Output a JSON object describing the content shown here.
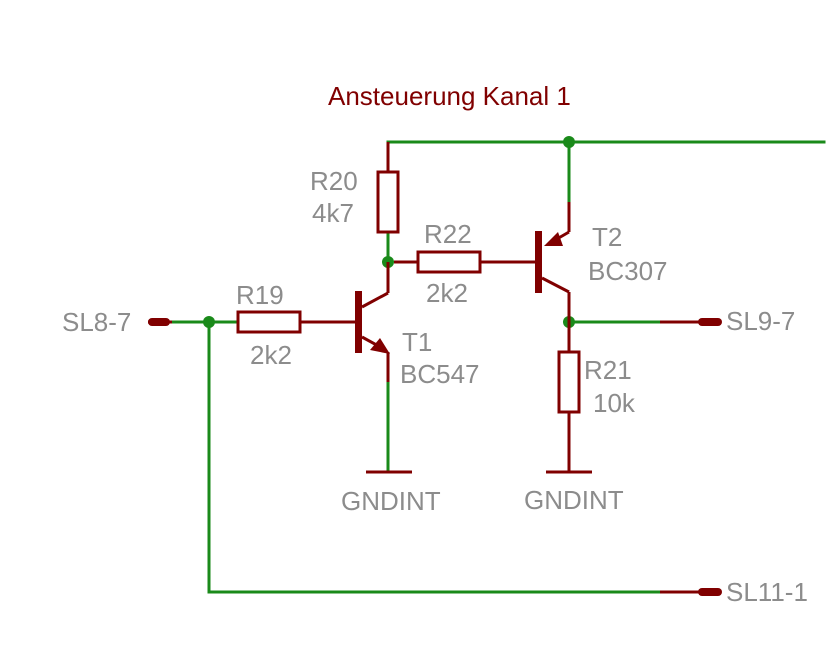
{
  "title": "Ansteuerung Kanal 1",
  "colors": {
    "wire": "#1a8a1a",
    "component": "#800000",
    "label": "#8c8c8c",
    "title": "#800000"
  },
  "resistors": {
    "r19": {
      "name": "R19",
      "value": "2k2"
    },
    "r20": {
      "name": "R20",
      "value": "4k7"
    },
    "r21": {
      "name": "R21",
      "value": "10k"
    },
    "r22": {
      "name": "R22",
      "value": "2k2"
    }
  },
  "transistors": {
    "t1": {
      "name": "T1",
      "type": "BC547"
    },
    "t2": {
      "name": "T2",
      "type": "BC307"
    }
  },
  "connectors": {
    "sl8": "SL8-7",
    "sl9": "SL9-7",
    "sl11": "SL11-1"
  },
  "grounds": {
    "gnd1": "GNDINT",
    "gnd2": "GNDINT"
  }
}
